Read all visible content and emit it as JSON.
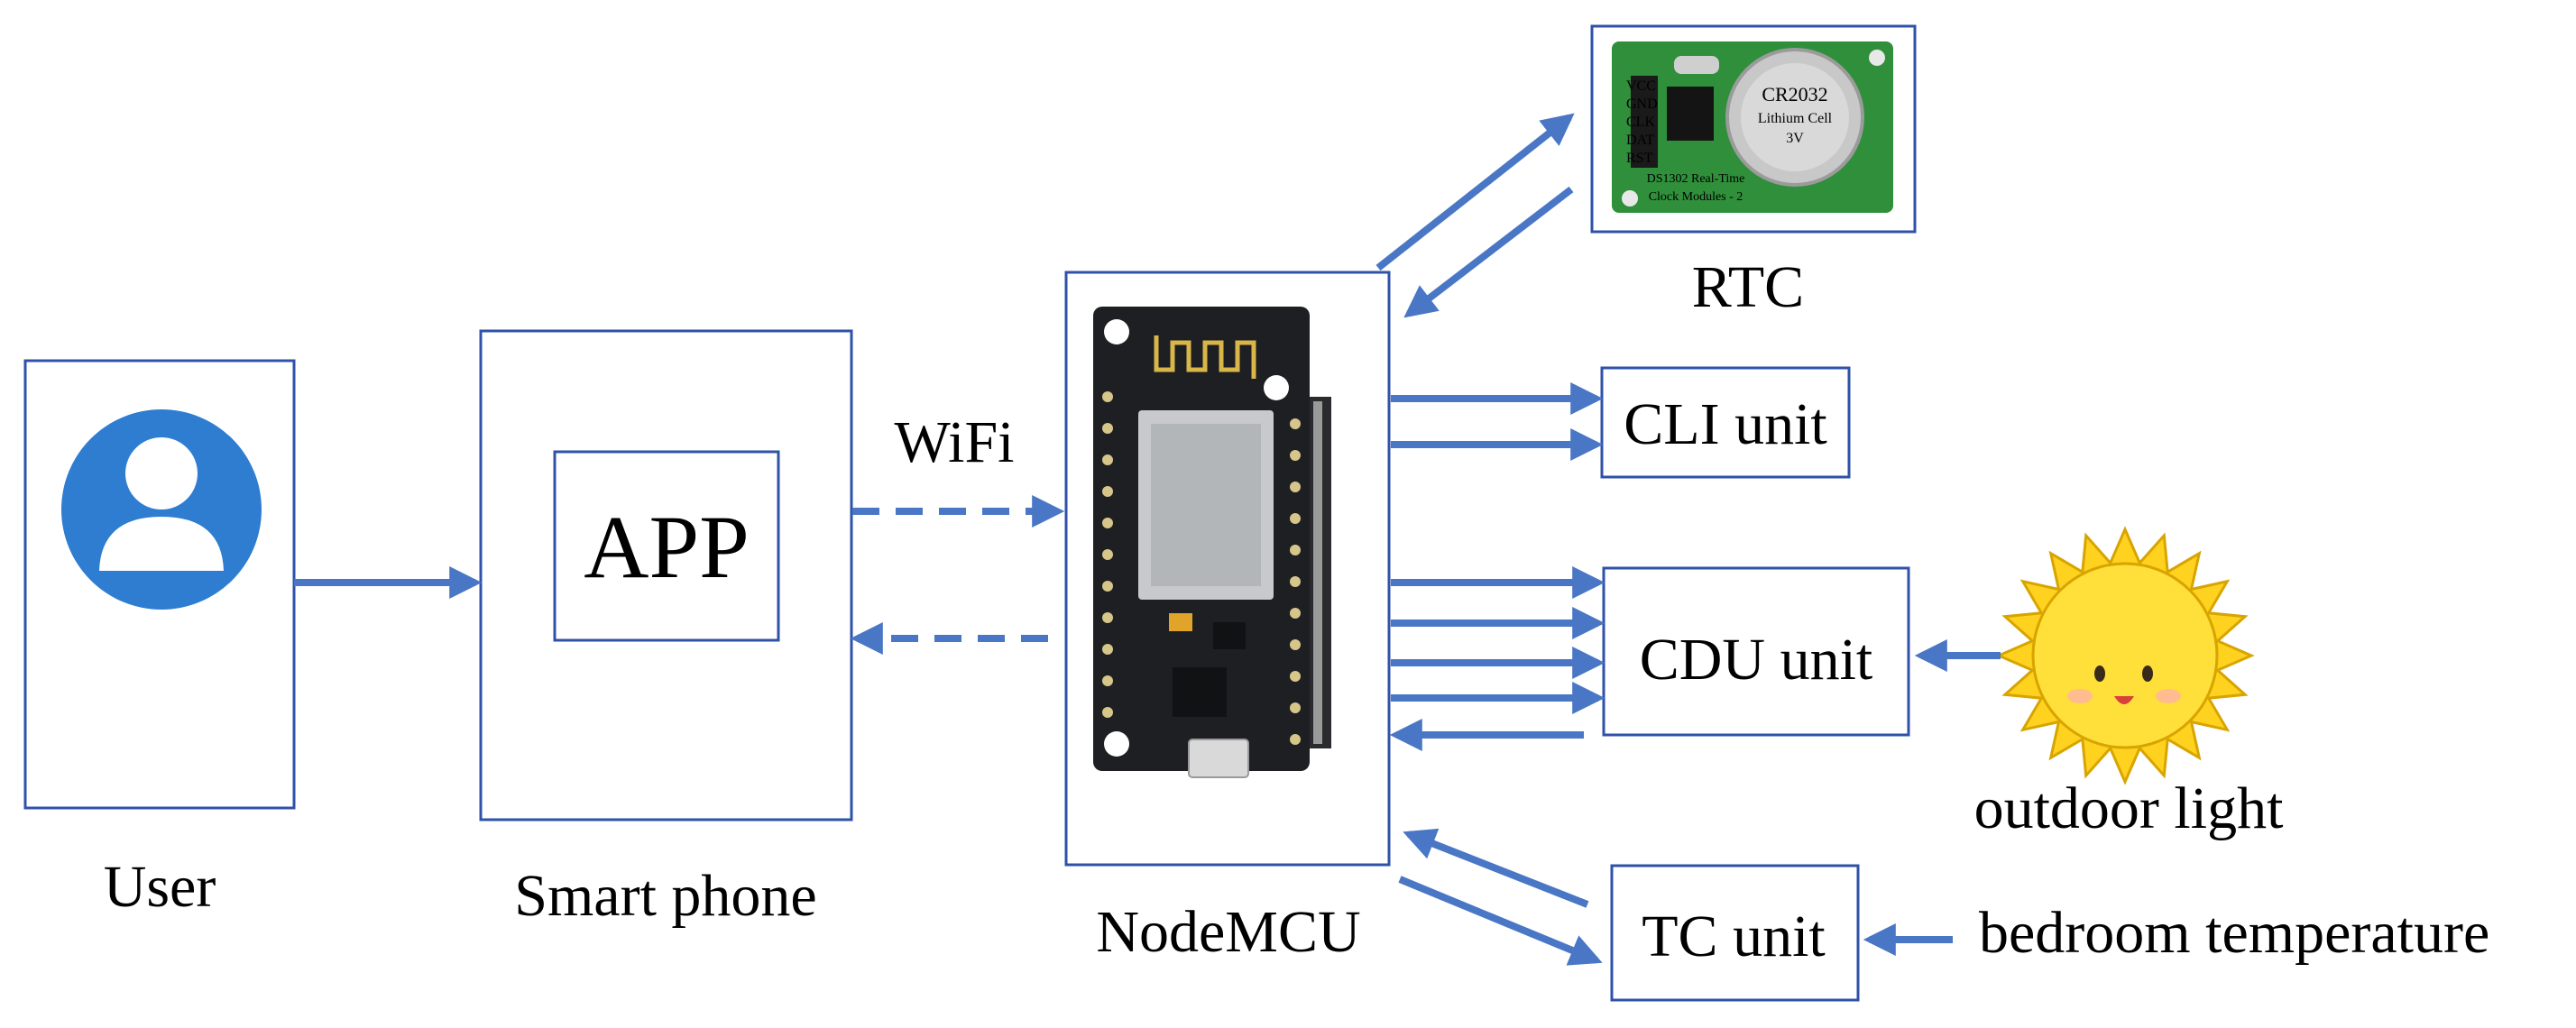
{
  "labels": {
    "user": "User",
    "smartphone": "Smart phone",
    "app": "APP",
    "wifi": "WiFi",
    "nodemcu": "NodeMCU",
    "rtc": "RTC",
    "cli": "CLI unit",
    "cdu": "CDU unit",
    "tc": "TC unit",
    "outdoor_light": "outdoor light",
    "bedroom_temperature": "bedroom temperature"
  },
  "rtc_module": {
    "pins": [
      "VCC",
      "GND",
      "CLK",
      "DAT",
      "RST"
    ],
    "battery_text": [
      "CR2032",
      "Lithium Cell",
      "3V"
    ],
    "board_caption": [
      "DS1302 Real-Time",
      "Clock Modules - 2"
    ]
  },
  "colors": {
    "arrow": "#4a77c5",
    "box_border": "#2f52a8",
    "user_icon": "#2f7dd1",
    "sun": "#ffd21f",
    "pcb_green": "#2f8f3a",
    "pcb_black": "#1e1f22"
  },
  "icons": [
    "user-avatar-icon",
    "sun-icon",
    "nodemcu-board-image",
    "rtc-module-image"
  ]
}
